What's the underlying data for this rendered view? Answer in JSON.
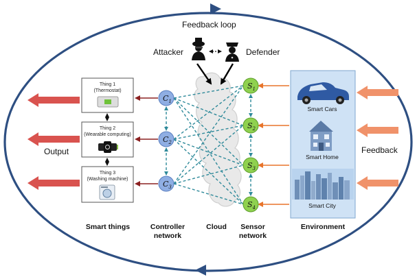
{
  "diagram": {
    "feedback_loop": "Feedback loop",
    "attacker": "Attacker",
    "defender": "Defender",
    "output": "Output",
    "feedback": "Feedback",
    "sections": {
      "smart_things": "Smart things",
      "controller_network": "Controller\nnetwork",
      "cloud": "Cloud",
      "sensor_network": "Sensor\nnetwork",
      "environment": "Environment"
    },
    "things": [
      {
        "title": "Thing 1\n(Thermostat)",
        "icon": "thermostat-icon"
      },
      {
        "title": "Thing 2\n(Wearable computing)",
        "icon": "smartwatch-icon"
      },
      {
        "title": "Thing 3\n(Washing machine)",
        "icon": "washing-machine-icon"
      }
    ],
    "controllers": [
      {
        "letter": "C",
        "sub": "1"
      },
      {
        "letter": "C",
        "sub": "2"
      },
      {
        "letter": "C",
        "sub": "3"
      }
    ],
    "sensors": [
      {
        "letter": "S",
        "sub": "1"
      },
      {
        "letter": "S",
        "sub": "2"
      },
      {
        "letter": "S",
        "sub": "3"
      },
      {
        "letter": "S",
        "sub": "4"
      }
    ],
    "environment_items": [
      {
        "label": "Smart Cars",
        "icon": "car-icon"
      },
      {
        "label": "Smart Home",
        "icon": "house-icon"
      },
      {
        "label": "Smart City",
        "icon": "city-skyline-icon"
      }
    ],
    "colors": {
      "loop": "#2e4f82",
      "controller_fill": "#8faee3",
      "sensor_fill": "#8fd14f",
      "dashed_link": "#2f8a9a",
      "output_arrow": "#d9534f",
      "feedback_arrow": "#f0926a",
      "env_box": "#cfe2f5"
    }
  }
}
